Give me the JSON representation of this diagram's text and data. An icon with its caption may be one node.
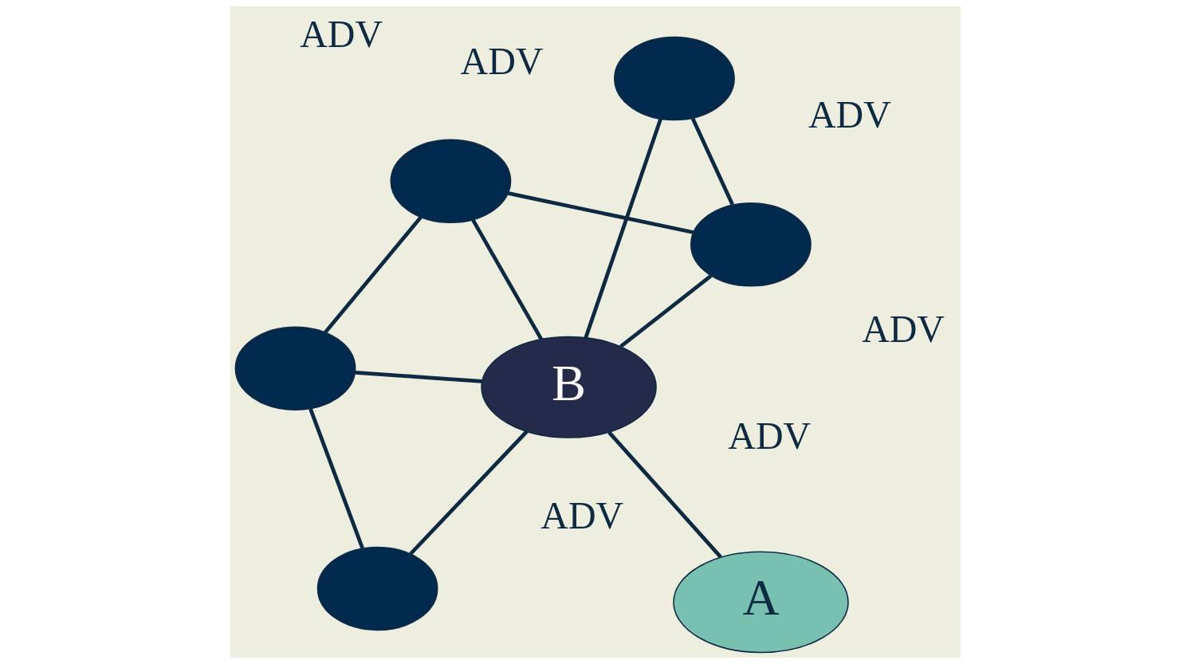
{
  "diagram": {
    "nodes": [
      {
        "text": [],
        "shape": "circle"
      },
      {
        "text": [],
        "shape": "circle"
      },
      {
        "text": [
          "A"
        ]
      },
      {
        "text": [
          "B"
        ]
      },
      {
        "text": [],
        "shape": "circle"
      },
      {
        "text": [],
        "shape": "circle"
      },
      {
        "text": [],
        "shape": "circle"
      }
    ],
    "edges": [
      {
        "from": 0,
        "to": 1,
        "arrow": "none"
      },
      {
        "from": 0,
        "to": 3,
        "arrow": "none"
      },
      {
        "from": 1,
        "to": 3,
        "arrow": "none"
      },
      {
        "from": 1,
        "to": 4,
        "arrow": "none"
      },
      {
        "from": 3,
        "to": 2,
        "arrow": "none"
      },
      {
        "from": 3,
        "to": 4,
        "arrow": "none"
      },
      {
        "from": 3,
        "to": 5,
        "arrow": "none"
      },
      {
        "from": 3,
        "to": 6,
        "arrow": "none"
      },
      {
        "from": 4,
        "to": 5,
        "arrow": "none"
      },
      {
        "from": 5,
        "to": 6,
        "arrow": "none"
      }
    ],
    "labels": [
      "ADV",
      "ADV",
      "ADV",
      "ADV",
      "ADV",
      "ADV"
    ]
  }
}
